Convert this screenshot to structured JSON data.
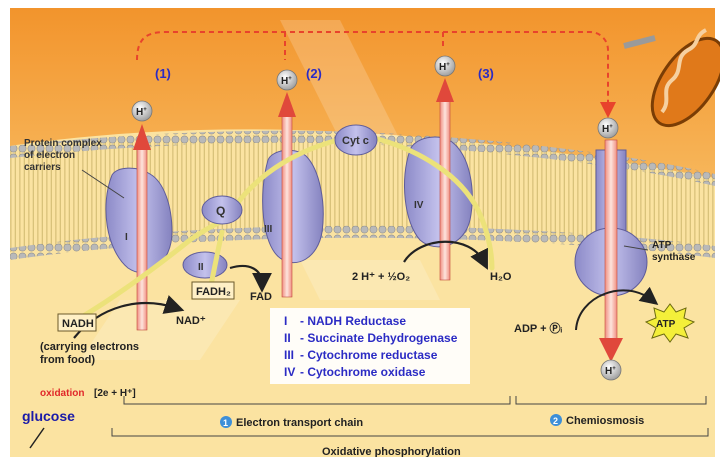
{
  "steps": {
    "s1": "(1)",
    "s2": "(2)",
    "s3": "(3)"
  },
  "ion": {
    "h_plus": "H",
    "plus": "+"
  },
  "labels": {
    "protein_complex": [
      "Protein complex",
      "of electron",
      "carriers"
    ],
    "complex_I": "I",
    "complex_II": "II",
    "complex_III": "III",
    "complex_IV": "IV",
    "Q": "Q",
    "cyt_c": "Cyt c",
    "nadh": "NADH",
    "nad_plus": "NAD⁺",
    "fadh2": "FADH₂",
    "fad": "FAD",
    "water_reaction": "2 H⁺ + ½O₂",
    "water": "H₂O",
    "atp_synthase": [
      "ATP",
      "synthase"
    ],
    "adp_pi": "ADP + Ⓟᵢ",
    "atp": "ATP",
    "carrying": [
      "(carrying electrons",
      "from food)"
    ],
    "oxidation": "oxidation",
    "oxidation_bracket": "[2e + H⁺]",
    "glucose": "glucose"
  },
  "legend": [
    {
      "num": "I",
      "text": "- NADH Reductase"
    },
    {
      "num": "II",
      "text": "- Succinate Dehydrogenase"
    },
    {
      "num": "III",
      "text": "- Cytochrome reductase"
    },
    {
      "num": "IV",
      "text": "- Cytochrome oxidase"
    }
  ],
  "bottom": {
    "etc_num": "1",
    "etc": "Electron transport chain",
    "chemi_num": "2",
    "chemi": "Chemiosmosis",
    "oxphos": "Oxidative phosphorylation"
  },
  "colors": {
    "space": "#f3a23a",
    "matrix": "#fbe3a1",
    "protein": "#a9a7dc",
    "proton_arrow": "#e6665a",
    "legend_text": "#2b2bc4",
    "oxidation": "#e0282a",
    "glucose": "#1a1aa8"
  }
}
